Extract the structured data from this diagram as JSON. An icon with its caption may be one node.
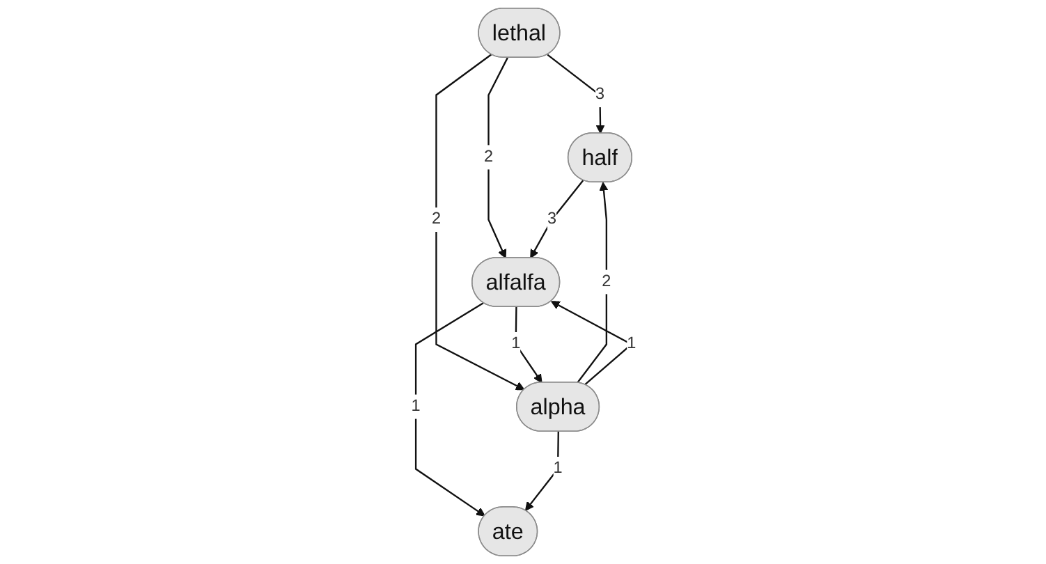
{
  "diagram": {
    "nodes": [
      {
        "text": [
          "lethal"
        ]
      },
      {
        "text": [
          "half"
        ]
      },
      {
        "text": [
          "ate"
        ]
      },
      {
        "text": [
          "alfalfa"
        ]
      },
      {
        "text": [
          "alpha"
        ]
      }
    ],
    "edges": [
      {
        "from": 0,
        "to": 1,
        "arrow": "to",
        "label": "3"
      },
      {
        "from": 0,
        "to": 4,
        "arrow": "to",
        "label": "2"
      },
      {
        "from": 0,
        "to": 3,
        "arrow": "to",
        "label": "2"
      },
      {
        "from": 1,
        "to": 3,
        "arrow": "to",
        "label": "3"
      },
      {
        "from": 3,
        "to": 2,
        "arrow": "to",
        "label": "1"
      },
      {
        "from": 4,
        "to": 2,
        "arrow": "to",
        "label": "1"
      },
      {
        "from": 4,
        "to": 1,
        "arrow": "to",
        "label": "2"
      },
      {
        "from": 3,
        "to": 4,
        "arrow": "to",
        "label": "1"
      },
      {
        "from": 4,
        "to": 3,
        "arrow": "to",
        "label": "1"
      }
    ]
  }
}
